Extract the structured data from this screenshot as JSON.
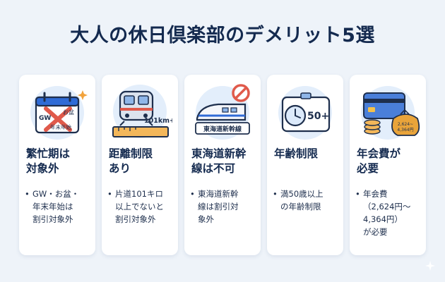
{
  "title": "大人の休日倶楽部のデメリット5選",
  "colors": {
    "title": "#142a4f",
    "accent_red": "#e05a4b",
    "accent_blue": "#2f6bd6",
    "background": "#eef3f9"
  },
  "cards": [
    {
      "icon": "calendar-x-icon",
      "icon_texts": [
        "GW",
        "お盆",
        "年末年始"
      ],
      "heading": "繁忙期は\n対象外",
      "bullet": "GW・お盆・\n年末年始は\n割引対象外"
    },
    {
      "icon": "train-ruler-icon",
      "icon_texts": [
        "101km+"
      ],
      "heading": "距離制限\nあり",
      "bullet": "片道101キロ\n以上でないと\n割引対象外"
    },
    {
      "icon": "shinkansen-prohibited-icon",
      "icon_texts": [
        "東海道新幹線"
      ],
      "heading": "東海道新幹\n線は不可",
      "bullet": "東海道新幹\n線は割引対\n象外"
    },
    {
      "icon": "clock-age-badge-icon",
      "icon_texts": [
        "50+"
      ],
      "heading": "年齢制限",
      "bullet": "満50歳以上\nの年齢制限"
    },
    {
      "icon": "card-coins-icon",
      "icon_texts": [
        "2,624~",
        "4,364円"
      ],
      "heading": "年会費が\n必要",
      "bullet": "年会費\n（2,624円～\n4,364円）\nが必要"
    }
  ]
}
